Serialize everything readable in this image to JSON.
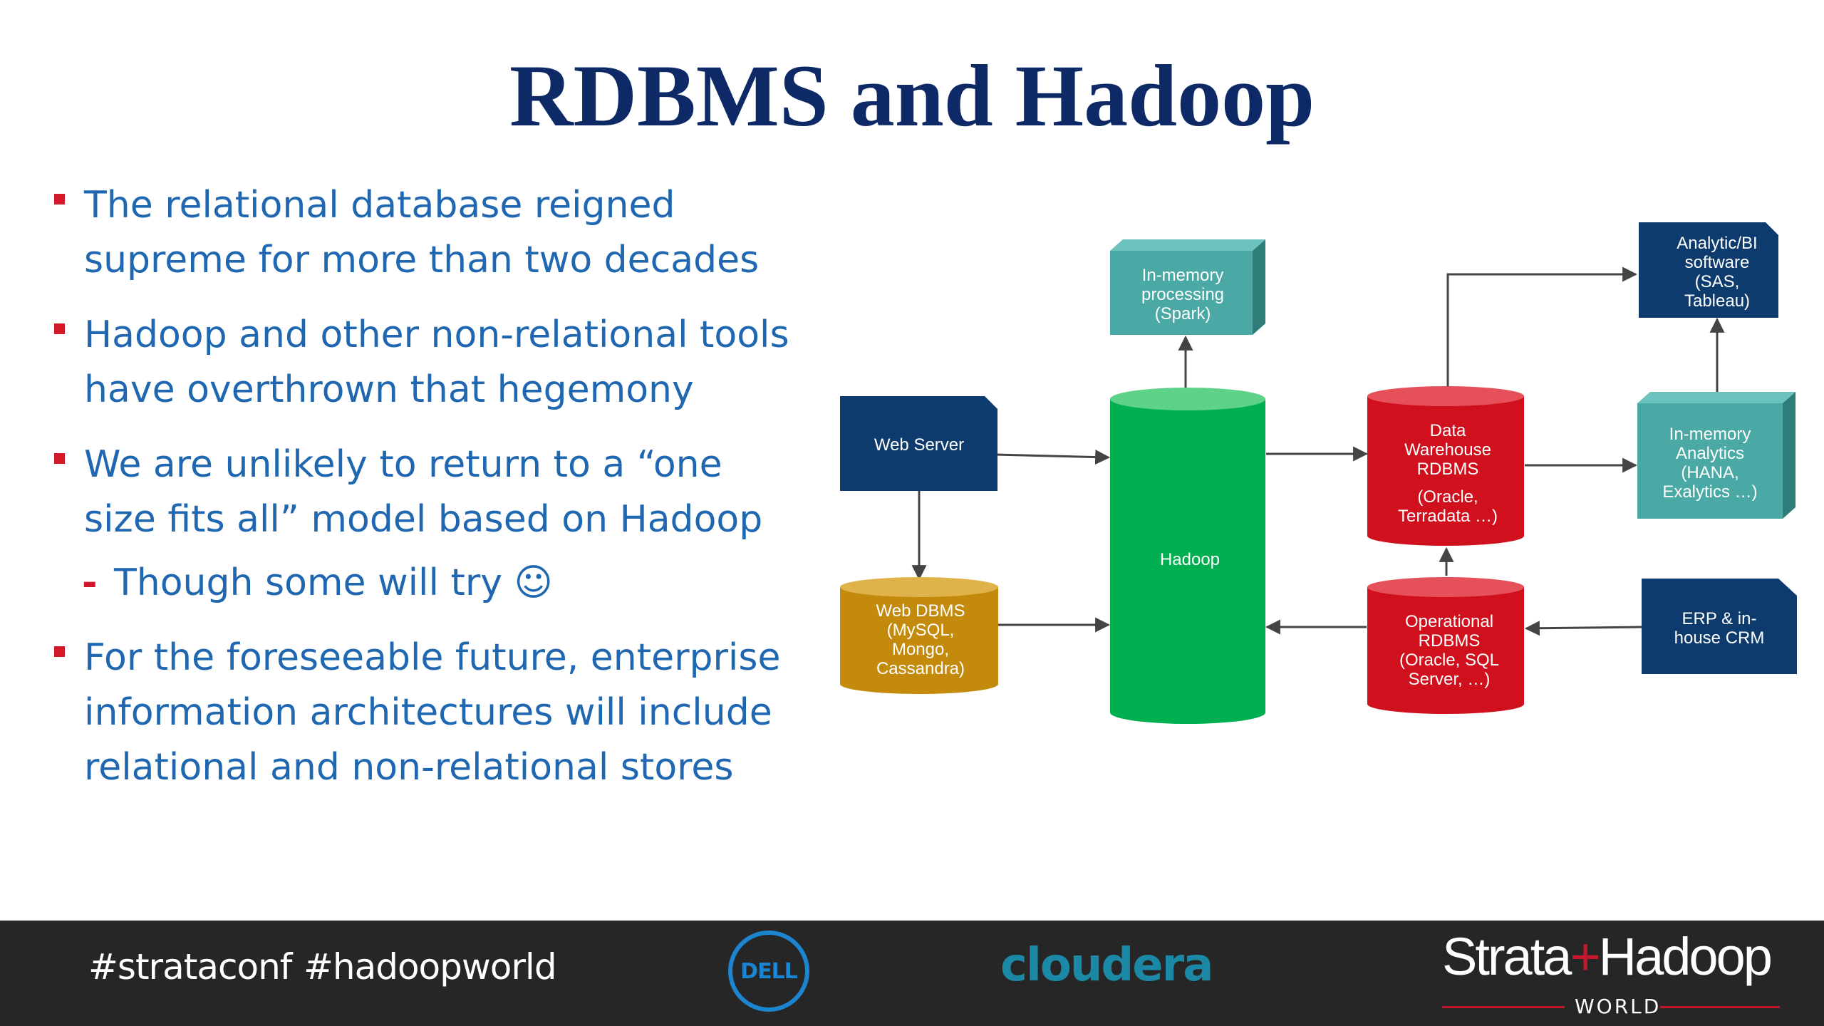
{
  "slide": {
    "title": "RDBMS and Hadoop",
    "bullets": [
      "The relational database reigned supreme for more than two decades",
      "Hadoop and other non-relational tools have overthrown that hegemony",
      "We are unlikely to return to a “one size fits all” model based on Hadoop"
    ],
    "sub_bullet": "Though some will try ☺",
    "last_bullet": "For the foreseeable future, enterprise information architectures will include relational and non-relational stores"
  },
  "diagram": {
    "nodes": {
      "web_server": [
        "Web Server"
      ],
      "web_dbms": [
        "Web DBMS",
        "(MySQL,",
        "Mongo,",
        "Cassandra)"
      ],
      "in_memory_processing": [
        "In-memory",
        "processing",
        "(Spark)"
      ],
      "hadoop": [
        "Hadoop"
      ],
      "data_warehouse": [
        "Data",
        "Warehouse",
        "RDBMS",
        "",
        "(Oracle,",
        "Terradata …)"
      ],
      "operational_rdbms": [
        "Operational",
        "RDBMS",
        "(Oracle, SQL",
        "Server, …)"
      ],
      "analytic_bi": [
        "Analytic/BI",
        "software",
        "(SAS,",
        "Tableau)"
      ],
      "in_memory_analytics": [
        "In-memory",
        "Analytics",
        "(HANA,",
        "Exalytics …)"
      ],
      "erp_crm": [
        "ERP & in-",
        "house CRM"
      ]
    },
    "colors": {
      "navy": "#0d3b6e",
      "teal": "#4aa9a4",
      "teal_dark": "#2e7d78",
      "green": "#00b050",
      "green_top": "#5fd28a",
      "red": "#d0101c",
      "red_top": "#e6505a",
      "gold": "#c48a0c",
      "gold_top": "#e0b24a"
    }
  },
  "footer": {
    "hashtag1": "#strataconf",
    "hashtag2": "#hadoopworld",
    "dell": "DELL",
    "cloudera": "cloudera",
    "strata_left": "Strata",
    "strata_plus": "+",
    "strata_right": "Hadoop",
    "world": "WORLD"
  }
}
